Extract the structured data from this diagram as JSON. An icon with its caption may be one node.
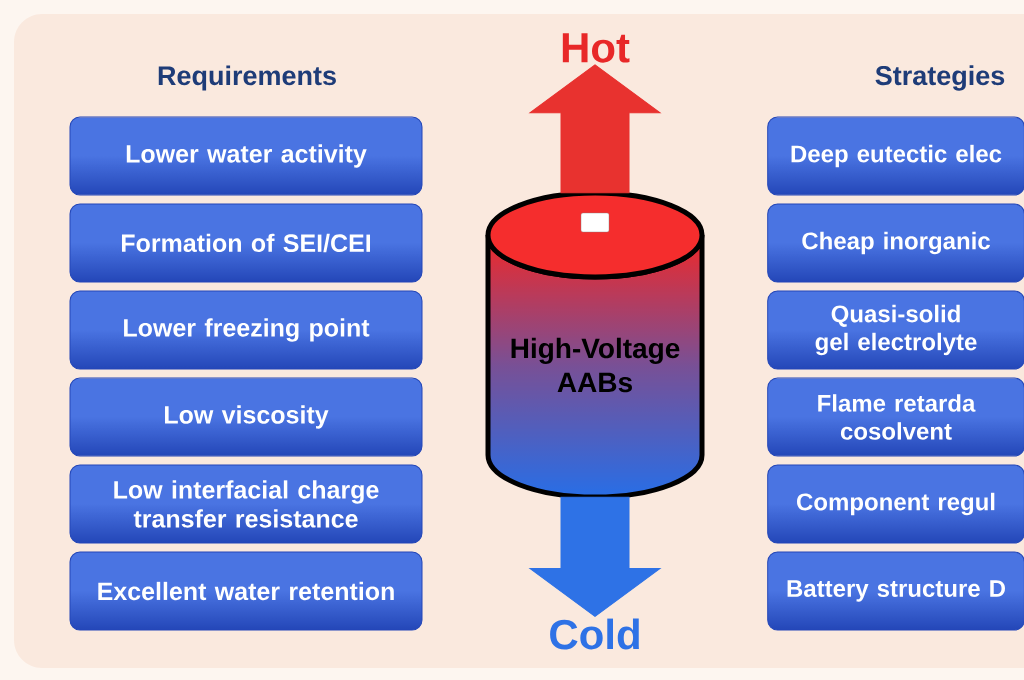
{
  "diagram": {
    "nodes": [
      {
        "text": [
          "Lower water activity"
        ]
      },
      {
        "text": [
          "Formation of SEI/CEI"
        ]
      },
      {
        "text": [
          "Lower freezing point"
        ]
      },
      {
        "text": [
          "Low viscosity"
        ]
      },
      {
        "text": [
          "Low interfacial charge transfer resistance"
        ]
      },
      {
        "text": [
          "Excellent water retention"
        ]
      },
      {
        "text": [
          "High-Voltage AABs"
        ]
      },
      {
        "text": [
          "Deep eutectic elec"
        ]
      },
      {
        "text": [
          "Cheap inorganic"
        ]
      },
      {
        "text": [
          "Quasi-solid gel electrolyte"
        ]
      },
      {
        "text": [
          "Flame retarda cosolvent"
        ]
      },
      {
        "text": [
          "Component regul"
        ]
      },
      {
        "text": [
          "Battery structure D"
        ]
      },
      {
        "text": [
          "Hot"
        ]
      },
      {
        "text": [
          "Cold"
        ]
      }
    ],
    "edges": [
      {
        "from": 6,
        "to": 13,
        "arrow": "to",
        "style": "thick",
        "color": "#e8322f"
      },
      {
        "from": 6,
        "to": 14,
        "arrow": "to",
        "style": "thick",
        "color": "#2e72e6"
      }
    ],
    "labels": [
      "Requirements",
      "Strategies"
    ]
  }
}
